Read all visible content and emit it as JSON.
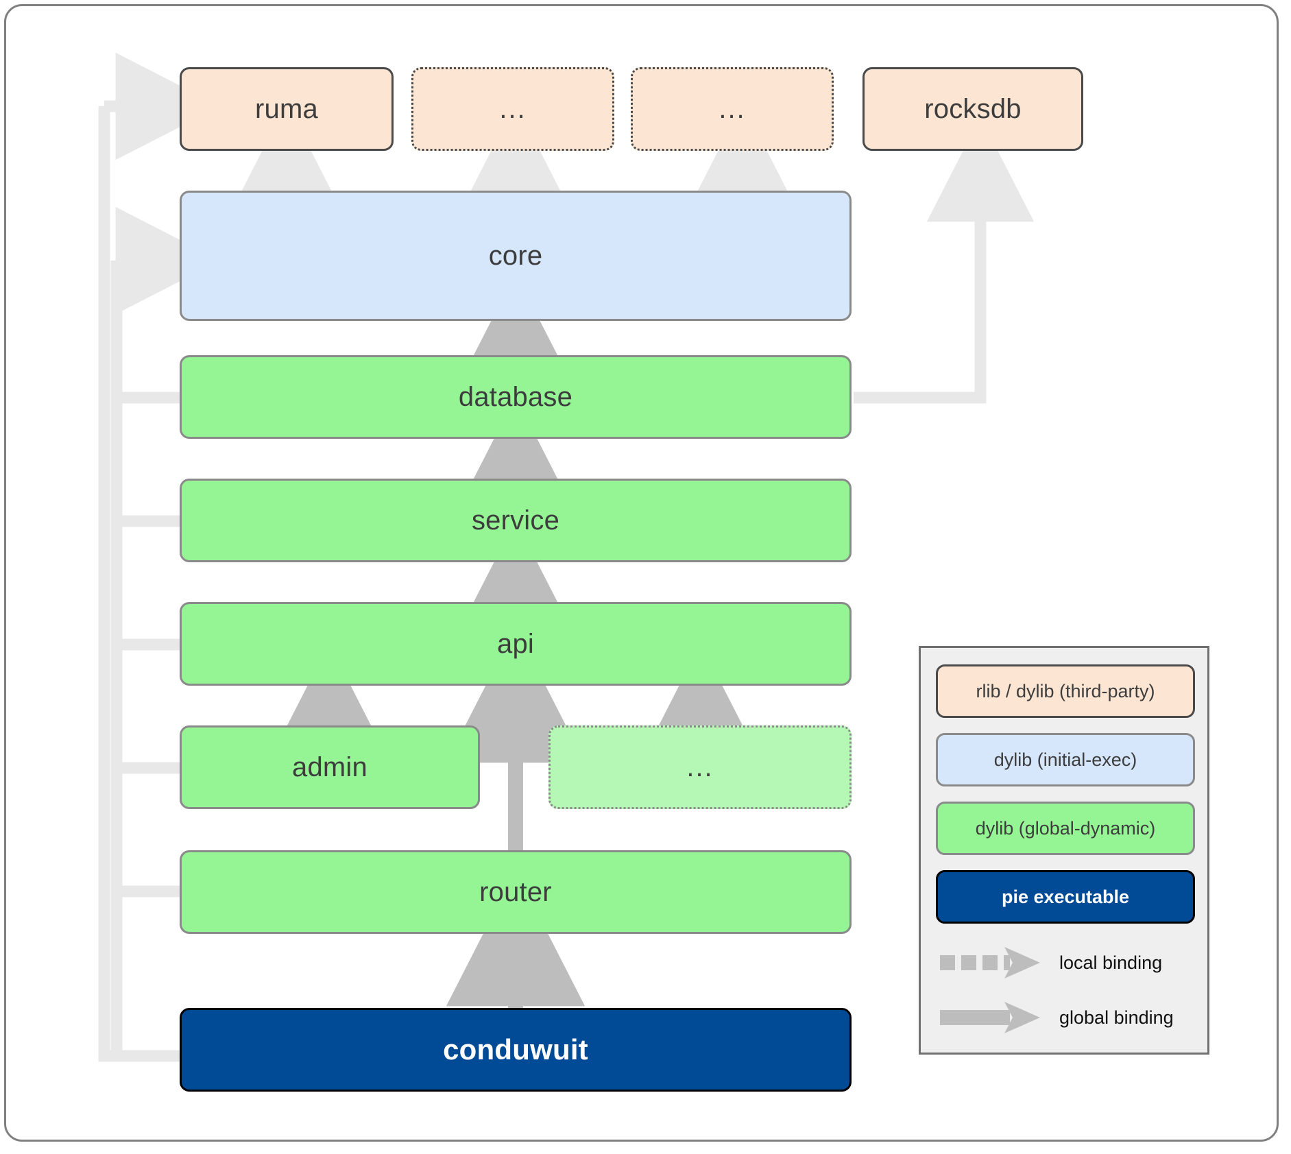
{
  "diagram": {
    "title": "conduwuit crate dependency / linkage diagram",
    "colors": {
      "third_party": "#fce5d3",
      "initial_exec": "#d6e6fb",
      "global_dynamic": "#95f595",
      "global_dynamic_optional": "#b5f8b5",
      "pie_executable": "#004a96",
      "arrow_light": "#e8e8e8",
      "arrow_mid": "#bdbdbd",
      "frame_border": "#808080",
      "legend_bg": "#efefef"
    },
    "nodes": [
      {
        "id": "ruma",
        "label": "ruma",
        "kind": "rlib / dylib (third-party)",
        "style": "solid",
        "row": 0
      },
      {
        "id": "ellipsis1",
        "label": "...",
        "kind": "rlib / dylib (third-party)",
        "style": "dotted",
        "row": 0
      },
      {
        "id": "ellipsis2",
        "label": "...",
        "kind": "rlib / dylib (third-party)",
        "style": "dotted",
        "row": 0
      },
      {
        "id": "rocksdb",
        "label": "rocksdb",
        "kind": "rlib / dylib (third-party)",
        "style": "solid",
        "row": 0
      },
      {
        "id": "core",
        "label": "core",
        "kind": "dylib (initial-exec)",
        "style": "solid",
        "row": 1
      },
      {
        "id": "database",
        "label": "database",
        "kind": "dylib (global-dynamic)",
        "style": "solid",
        "row": 2
      },
      {
        "id": "service",
        "label": "service",
        "kind": "dylib (global-dynamic)",
        "style": "solid",
        "row": 3
      },
      {
        "id": "api",
        "label": "api",
        "kind": "dylib (global-dynamic)",
        "style": "solid",
        "row": 4
      },
      {
        "id": "admin",
        "label": "admin",
        "kind": "dylib (global-dynamic)",
        "style": "solid",
        "row": 5
      },
      {
        "id": "ellipsis3",
        "label": "...",
        "kind": "dylib (global-dynamic)",
        "style": "dotted",
        "row": 5
      },
      {
        "id": "router",
        "label": "router",
        "kind": "dylib (global-dynamic)",
        "style": "solid",
        "row": 6
      },
      {
        "id": "conduwuit",
        "label": "conduwuit",
        "kind": "pie executable",
        "style": "solid",
        "row": 7
      }
    ],
    "edges": [
      {
        "from": "core",
        "to": "ruma",
        "binding": "global"
      },
      {
        "from": "core",
        "to": "ellipsis1",
        "binding": "global"
      },
      {
        "from": "core",
        "to": "ellipsis2",
        "binding": "global"
      },
      {
        "from": "database",
        "to": "rocksdb",
        "binding": "global"
      },
      {
        "from": "database",
        "to": "core",
        "binding": "global"
      },
      {
        "from": "service",
        "to": "database",
        "binding": "global"
      },
      {
        "from": "api",
        "to": "service",
        "binding": "global"
      },
      {
        "from": "admin",
        "to": "api",
        "binding": "global"
      },
      {
        "from": "ellipsis3",
        "to": "api",
        "binding": "global"
      },
      {
        "from": "router",
        "to": "api",
        "binding": "global"
      },
      {
        "from": "conduwuit",
        "to": "router",
        "binding": "local"
      },
      {
        "from": "conduwuit",
        "to": "ruma",
        "binding": "global"
      },
      {
        "from": "conduwuit",
        "to": "core",
        "binding": "global"
      },
      {
        "from": "conduwuit",
        "to": "database",
        "binding": "global"
      },
      {
        "from": "conduwuit",
        "to": "service",
        "binding": "global"
      },
      {
        "from": "conduwuit",
        "to": "api",
        "binding": "global"
      },
      {
        "from": "conduwuit",
        "to": "admin",
        "binding": "global"
      },
      {
        "from": "conduwuit",
        "to": "router",
        "binding": "global"
      }
    ]
  },
  "legend": {
    "swatches": [
      {
        "label": "rlib / dylib (third-party)",
        "color": "#fce5d3"
      },
      {
        "label": "dylib (initial-exec)",
        "color": "#d6e6fb"
      },
      {
        "label": "dylib (global-dynamic)",
        "color": "#95f595"
      },
      {
        "label": "pie executable",
        "color": "#004a96"
      }
    ],
    "arrows": [
      {
        "label": "local binding",
        "style": "dashed"
      },
      {
        "label": "global binding",
        "style": "solid"
      }
    ]
  }
}
